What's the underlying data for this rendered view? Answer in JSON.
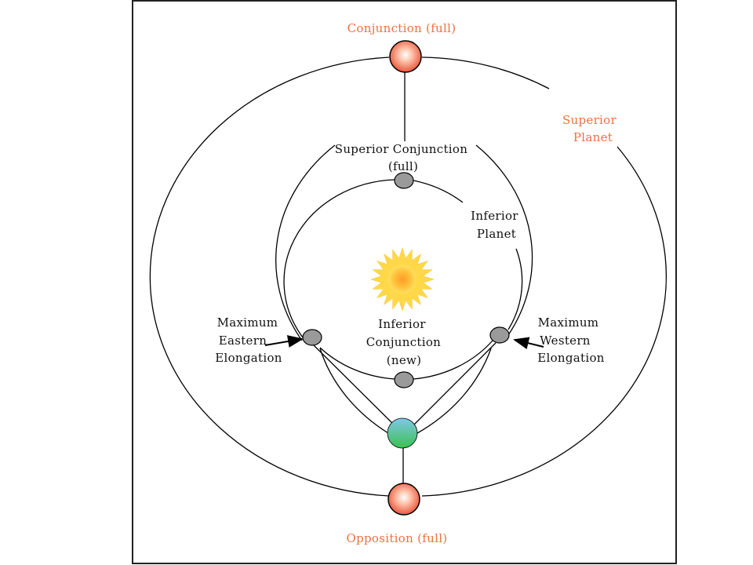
{
  "labels": {
    "conjunction": "Conjunction (full)",
    "opposition": "Opposition (full)",
    "superior_planet": [
      "Superior",
      "Planet"
    ],
    "superior_conjunction": [
      "Superior Conjunction",
      "(full)"
    ],
    "inferior_planet": [
      "Inferior",
      "Planet"
    ],
    "inferior_conjunction": [
      "Inferior",
      "Conjunction",
      "(new)"
    ],
    "max_eastern": [
      "Maximum",
      "Eastern",
      "Elongation"
    ],
    "max_western": [
      "Maximum",
      "Western",
      "Elongation"
    ]
  },
  "colors": {
    "accent_label": "#f07040",
    "superior_planet_fill": "#e8563a",
    "inferior_planet_fill": "#9a9a9a",
    "earth_top": "#7ec8e8",
    "earth_bottom": "#3cc050",
    "sun_outer": "#ffd84a",
    "sun_core": "#ff9a2a"
  },
  "icons": {
    "sun": "sun-icon",
    "earth": "earth-icon",
    "superior_planet": "superior-planet-icon",
    "inferior_planet": "inferior-planet-icon"
  }
}
